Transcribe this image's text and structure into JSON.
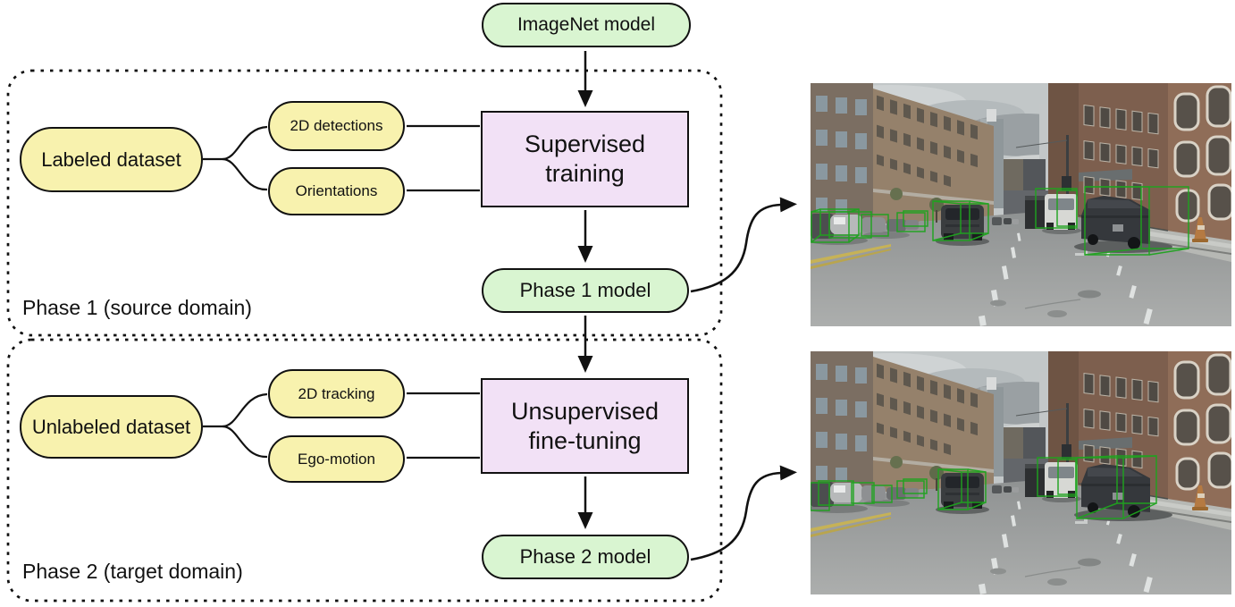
{
  "diagram": {
    "imagenet_pill": "ImageNet model",
    "phase1": {
      "region_label": "Phase 1 (source domain)",
      "dataset_pill": "Labeled dataset",
      "inputs": [
        "2D detections",
        "Orientations"
      ],
      "process": {
        "line1": "Supervised",
        "line2": "training"
      },
      "model_pill": "Phase 1 model",
      "result_image_alt": "Street photo with green 3D car detection boxes from Phase 1 model"
    },
    "phase2": {
      "region_label": "Phase 2 (target domain)",
      "dataset_pill": "Unlabeled dataset",
      "inputs": [
        "2D tracking",
        "Ego-motion"
      ],
      "process": {
        "line1": "Unsupervised",
        "line2": "fine-tuning"
      },
      "model_pill": "Phase 2 model",
      "result_image_alt": "Street photo with green 3D car detection boxes from Phase 2 model"
    },
    "colors": {
      "model_pill_fill": "#d9f5d1",
      "data_pill_fill": "#f8f2ae",
      "process_box_fill": "#f2e1f6",
      "outline": "#111111",
      "detection_box_green": "#1fa31f"
    }
  }
}
